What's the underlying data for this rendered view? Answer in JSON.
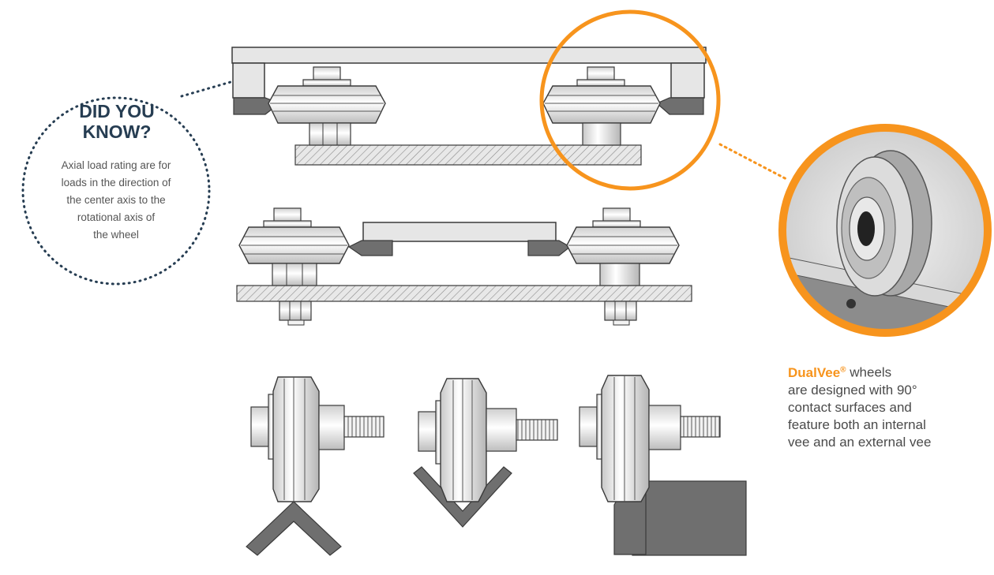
{
  "callout": {
    "title_line1": "DID YOU",
    "title_line2": "KNOW?",
    "body_lines": [
      "Axial load rating are for",
      "loads in the direction of",
      "the center axis to the",
      "rotational axis of",
      "the wheel"
    ]
  },
  "dualvee": {
    "brand": "DualVee",
    "registered": "®",
    "line1_rest": " wheels",
    "line2": "are designed with 90°",
    "line3": "contact surfaces and",
    "line4": "feature both an internal",
    "line5": "vee and an external vee"
  },
  "colors": {
    "accent_orange": "#f7941d",
    "title_navy": "#263d52",
    "dark_gray_bracket": "#6f6f6f",
    "light_gray_part": "#e6e6e6",
    "outline": "#3a3a3a"
  },
  "icons": [
    "dualvee-wheel-icon",
    "hex-nut-icon",
    "threaded-bolt-icon",
    "vee-track-icon",
    "zoom-circle-icon"
  ]
}
